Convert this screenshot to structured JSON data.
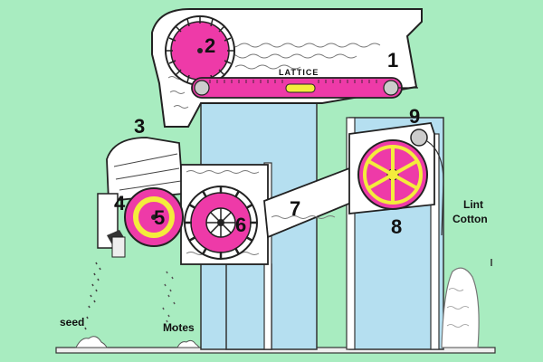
{
  "diagram": {
    "numbers": {
      "n1": "1",
      "n2": "2",
      "n3": "3",
      "n4": "4",
      "n5": "5",
      "n6": "6",
      "n7": "7",
      "n8": "8",
      "n9": "9"
    },
    "labels": {
      "lattice": "LATTICE",
      "seed": "seed",
      "motes": "Motes",
      "lint_line1": "Lint",
      "lint_line2": "Cotton"
    },
    "colors": {
      "background": "#a8ecc0",
      "frame": "#ffffff",
      "panel": "#b5dff0",
      "roller": "#ee3aa8",
      "accent": "#f4ec3c",
      "outline": "#222222"
    }
  }
}
